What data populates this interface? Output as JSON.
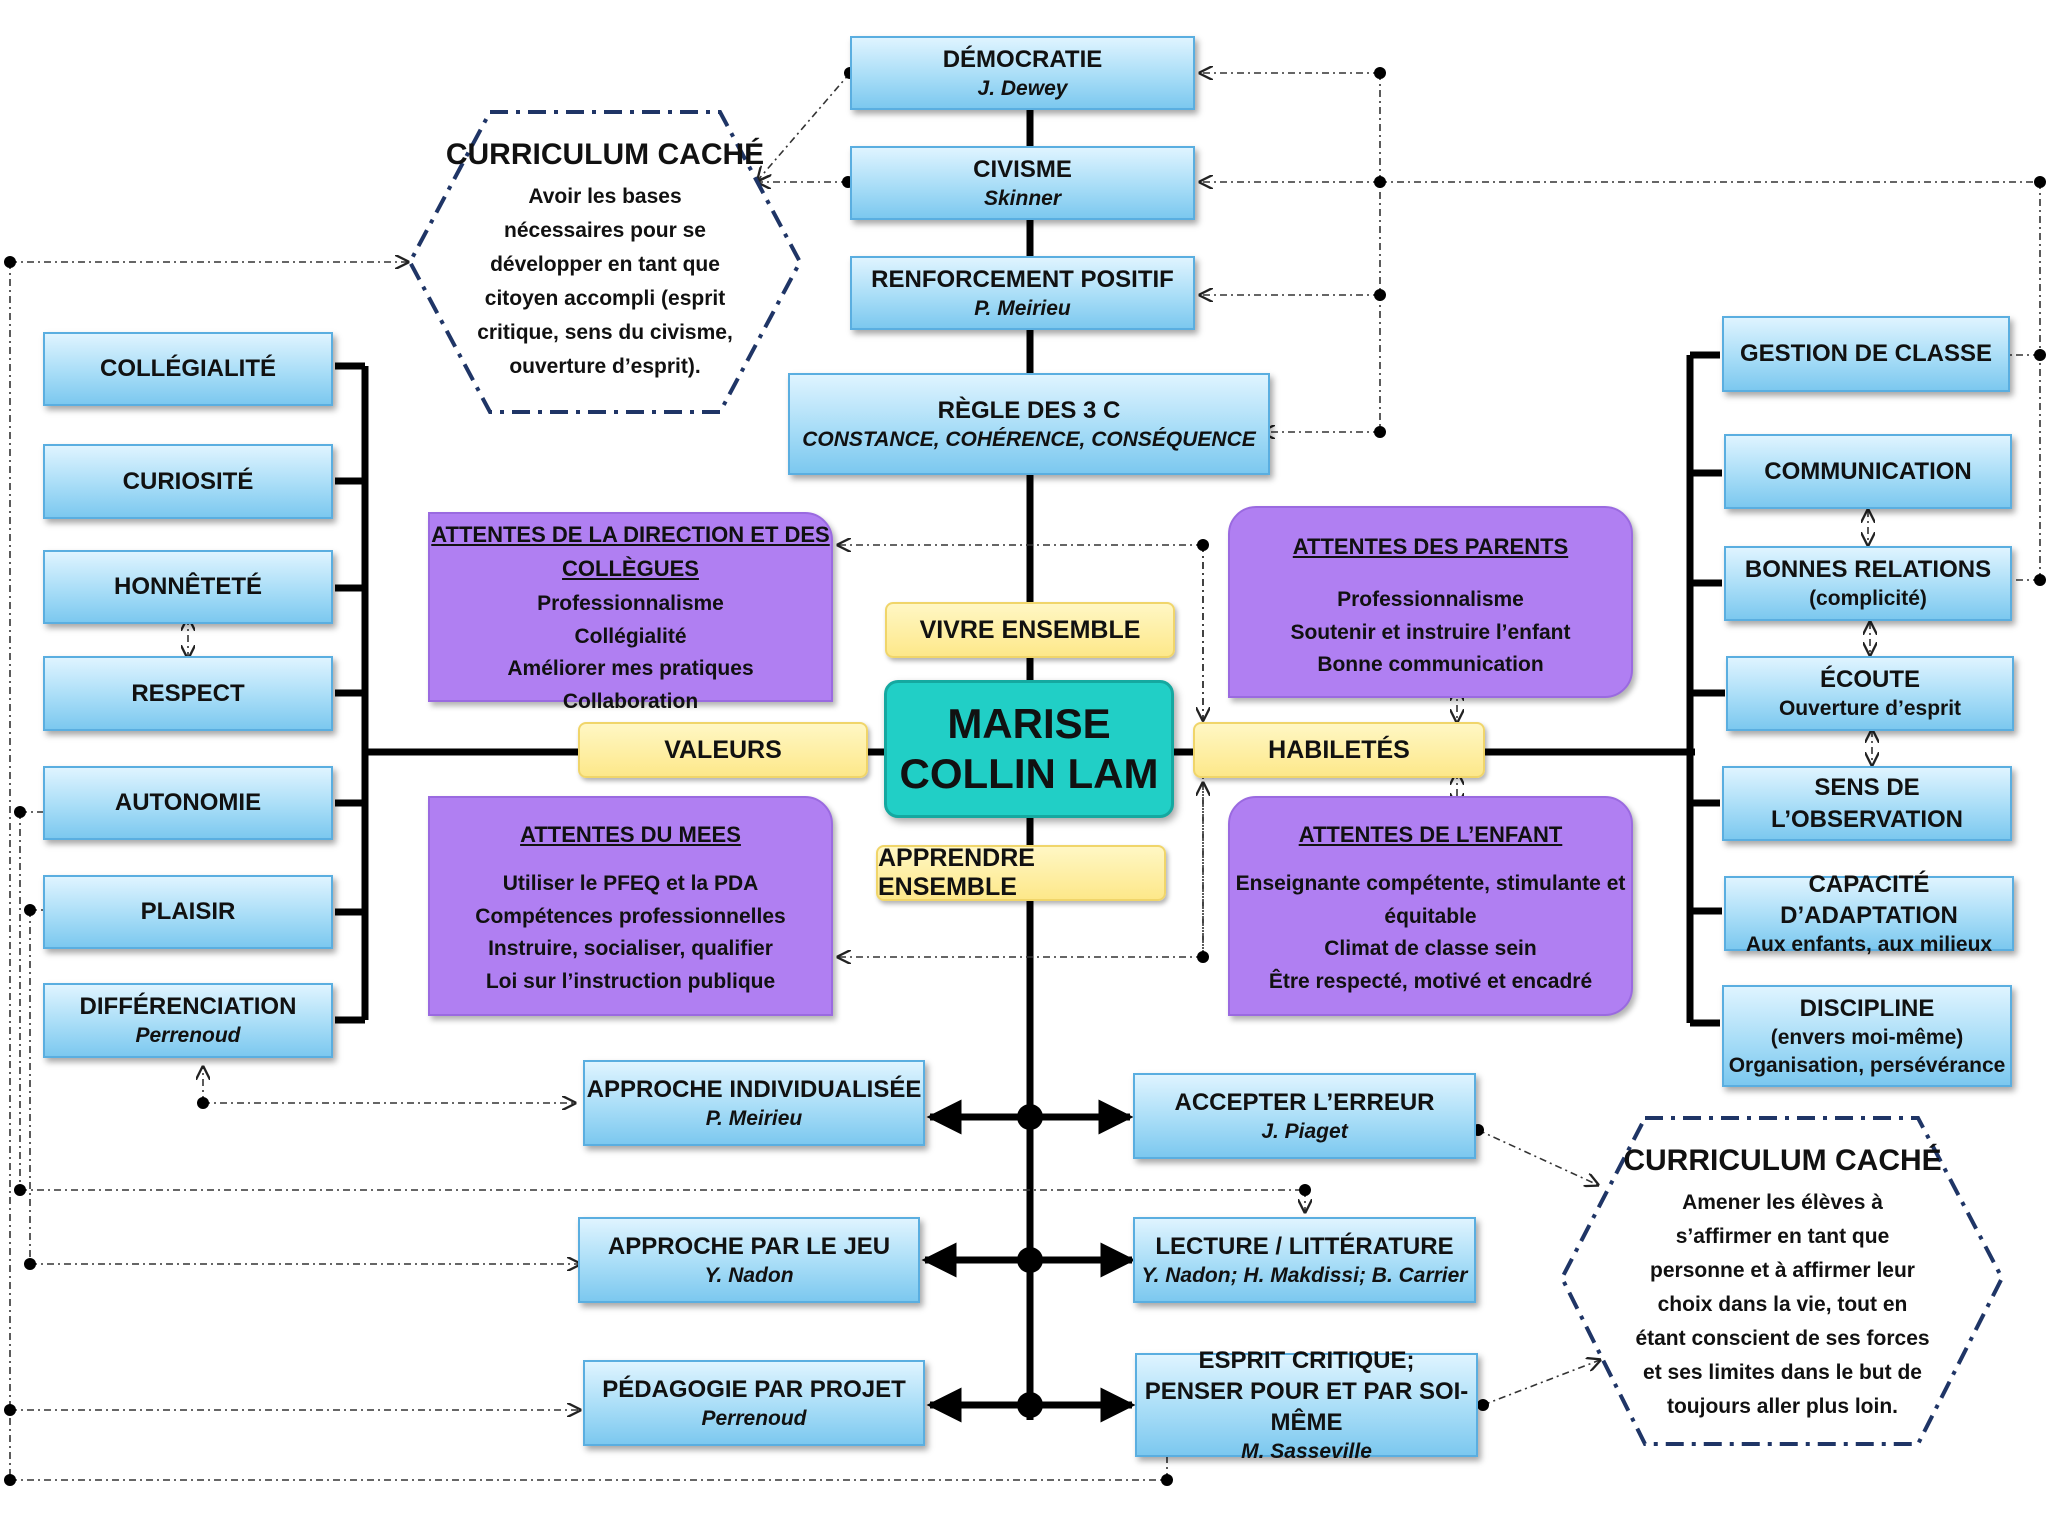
{
  "center": {
    "line1": "MARISE",
    "line2": "COLLIN LAM"
  },
  "connectors": {
    "vivre": "VIVRE ENSEMBLE",
    "apprendre": "APPRENDRE ENSEMBLE",
    "valeurs": "VALEURS",
    "habiletes": "HABILETÉS"
  },
  "top_chain": [
    {
      "title": "DÉMOCRATIE",
      "author": "J. Dewey"
    },
    {
      "title": "CIVISME",
      "author": "Skinner"
    },
    {
      "title": "RENFORCEMENT POSITIF",
      "author": "P. Meirieu"
    },
    {
      "title": "RÈGLE DES 3 C",
      "author": "CONSTANCE, COHÉRENCE, CONSÉQUENCE"
    }
  ],
  "hidden_top": {
    "title": "CURRICULUM CACHÉ",
    "lines": [
      "Avoir les bases",
      "nécessaires pour se",
      "développer en tant que",
      "citoyen accompli (esprit",
      "critique, sens du civisme,",
      "ouverture d’esprit)."
    ]
  },
  "hidden_bottom": {
    "title": "CURRICULUM CACHÉ",
    "lines": [
      "Amener les élèves à",
      "s’affirmer en tant que",
      "personne et à affirmer leur",
      "choix dans la vie, tout en",
      "étant conscient de ses forces",
      "et ses limites dans le but de",
      "toujours aller plus loin."
    ]
  },
  "values": [
    {
      "title": "COLLÉGIALITÉ"
    },
    {
      "title": "CURIOSITÉ"
    },
    {
      "title": "HONNÊTETÉ"
    },
    {
      "title": "RESPECT"
    },
    {
      "title": "AUTONOMIE"
    },
    {
      "title": "PLAISIR"
    },
    {
      "title": "DIFFÉRENCIATION",
      "sub": "Perrenoud"
    }
  ],
  "skills": [
    {
      "title": "GESTION DE CLASSE"
    },
    {
      "title": "COMMUNICATION"
    },
    {
      "title": "BONNES RELATIONS",
      "sub": "(complicité)"
    },
    {
      "title": "ÉCOUTE",
      "sub": "Ouverture d’esprit"
    },
    {
      "title": "SENS DE L’OBSERVATION"
    },
    {
      "title": "CAPACITÉ D’ADAPTATION",
      "sub": "Aux enfants, aux milieux"
    },
    {
      "title": "DISCIPLINE",
      "sub": "(envers moi-même)",
      "sub2": "Organisation, persévérance"
    }
  ],
  "expectations": {
    "direction": {
      "title1": "ATTENTES DE LA DIRECTION ET DES",
      "title2": "COLLÈGUES",
      "items": [
        "Professionnalisme",
        "Collégialité",
        "Améliorer mes pratiques",
        "Collaboration"
      ]
    },
    "parents": {
      "title": "ATTENTES DES PARENTS",
      "items": [
        "Professionnalisme",
        "Soutenir et instruire l’enfant",
        "Bonne communication"
      ]
    },
    "mees": {
      "title": "ATTENTES DU MEES",
      "items": [
        "Utiliser le PFEQ et la PDA",
        "Compétences professionnelles",
        "Instruire, socialiser, qualifier",
        "Loi sur l’instruction publique"
      ]
    },
    "enfant": {
      "title": "ATTENTES DE L’ENFANT",
      "items": [
        "Enseignante compétente, stimulante  et",
        "équitable",
        "Climat de classe sein",
        "Être respecté, motivé et encadré"
      ]
    }
  },
  "approaches_left": [
    {
      "title": "APPROCHE INDIVIDUALISÉE",
      "author": "P. Meirieu"
    },
    {
      "title": "APPROCHE PAR LE JEU",
      "author": "Y. Nadon"
    },
    {
      "title": "PÉDAGOGIE PAR PROJET",
      "author": "Perrenoud"
    }
  ],
  "approaches_right": [
    {
      "title": "ACCEPTER L’ERREUR",
      "author": "J. Piaget"
    },
    {
      "title": "LECTURE / LITTÉRATURE",
      "author": "Y. Nadon; H. Makdissi; B. Carrier"
    },
    {
      "title": "ESPRIT CRITIQUE;",
      "title2": "PENSER POUR ET PAR SOI-MÊME",
      "author": "M. Sasseville"
    }
  ]
}
